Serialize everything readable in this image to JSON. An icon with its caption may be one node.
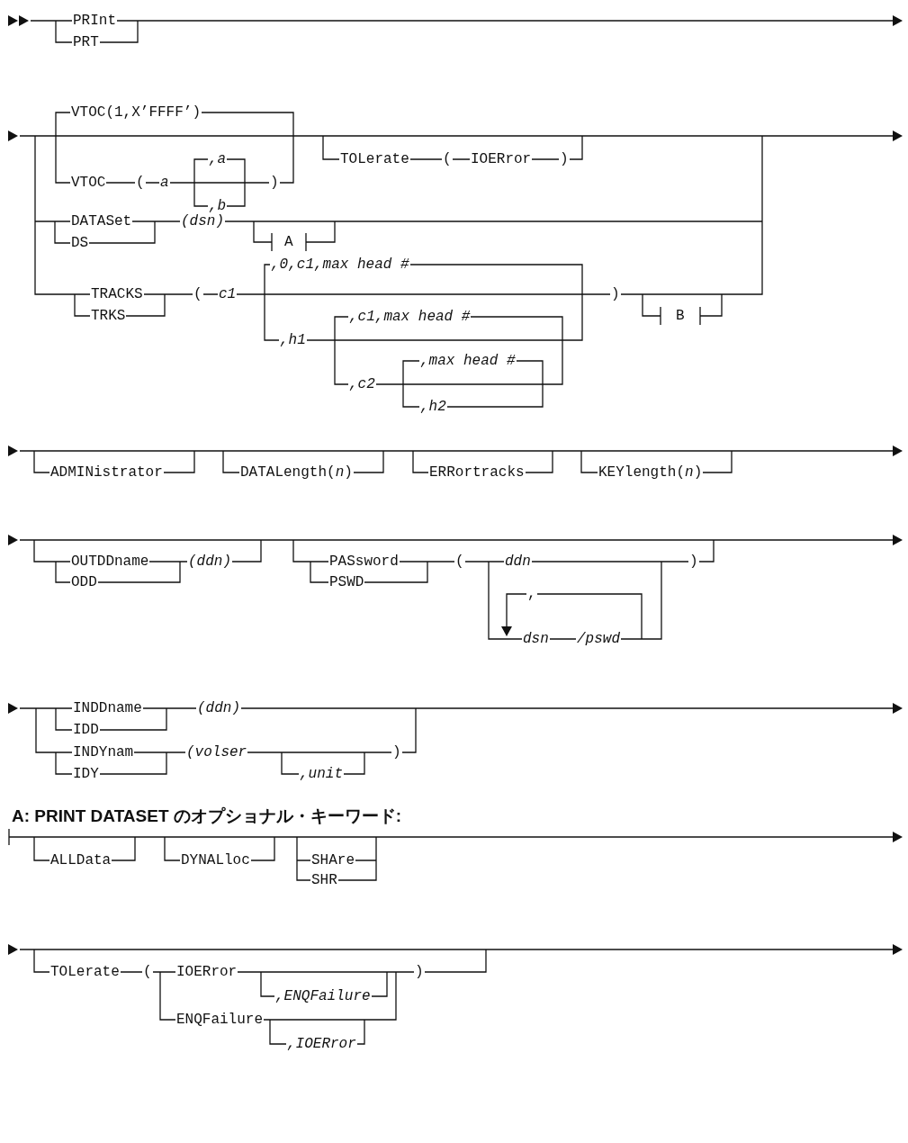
{
  "diagram": {
    "labels": [
      "PRInt",
      "PRT",
      "VTOC(1,X’FFFF’)",
      "VTOC",
      "(",
      "a",
      ",a",
      ",b",
      ")",
      "TOLerate",
      "(",
      "IOERror",
      ")",
      "DATASet",
      "DS",
      "(dsn)",
      "A",
      ",0,c1,max head #",
      "TRACKS",
      "TRKS",
      "(",
      "c1",
      ")",
      "B",
      ",h1",
      ",c1,max head #",
      ",c2",
      ",max head #",
      ",h2",
      "ADMINistrator",
      "DATALength(*n*)",
      "ERRortracks",
      "KEYlength(*n*)",
      "OUTDDname",
      "(ddn)",
      "PASsword",
      "(",
      "ddn",
      ")",
      "ODD",
      "PSWD",
      ",",
      "dsn",
      "/pswd",
      "INDDname",
      "(ddn)",
      "IDD",
      "INDYnam",
      "(volser",
      ")",
      "IDY",
      ",unit",
      "A: PRINT DATASET のオプショナル・キーワード:",
      "ALLData",
      "DYNALloc",
      "SHAre",
      "SHR",
      "TOLerate",
      "(",
      "IOERror",
      ",ENQFailure",
      ")",
      "ENQFailure",
      ",IOERror"
    ]
  }
}
